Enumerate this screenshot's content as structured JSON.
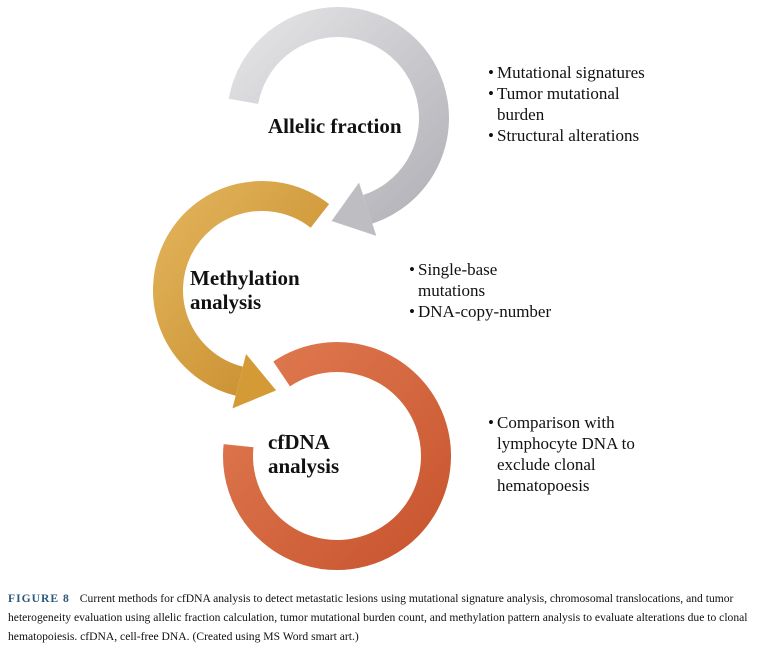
{
  "diagram": {
    "nodes": [
      {
        "label": "Allelic fraction",
        "color": "#c8c8cc",
        "items": [
          "Mutational signatures",
          "Tumor mutational burden",
          "Structural alterations"
        ]
      },
      {
        "label_lines": [
          "Methylation",
          "analysis"
        ],
        "color": "#d9a23e",
        "items": [
          "Single-base mutations",
          "DNA-copy-number"
        ]
      },
      {
        "label_lines": [
          "cfDNA",
          "analysis"
        ],
        "color": "#d86a45",
        "items": [
          "Comparison with lymphocyte DNA to exclude clonal hematopoesis"
        ]
      }
    ]
  },
  "caption": {
    "figure_label": "FIGURE 8",
    "text": "Current methods for cfDNA analysis to detect metastatic lesions using mutational signature analysis, chromosomal translocations, and tumor heterogeneity evaluation using allelic fraction calculation, tumor mutational burden count, and methylation pattern analysis to evaluate alterations due to clonal hematopoiesis. cfDNA, cell-free DNA. (Created using MS Word smart art.)"
  }
}
